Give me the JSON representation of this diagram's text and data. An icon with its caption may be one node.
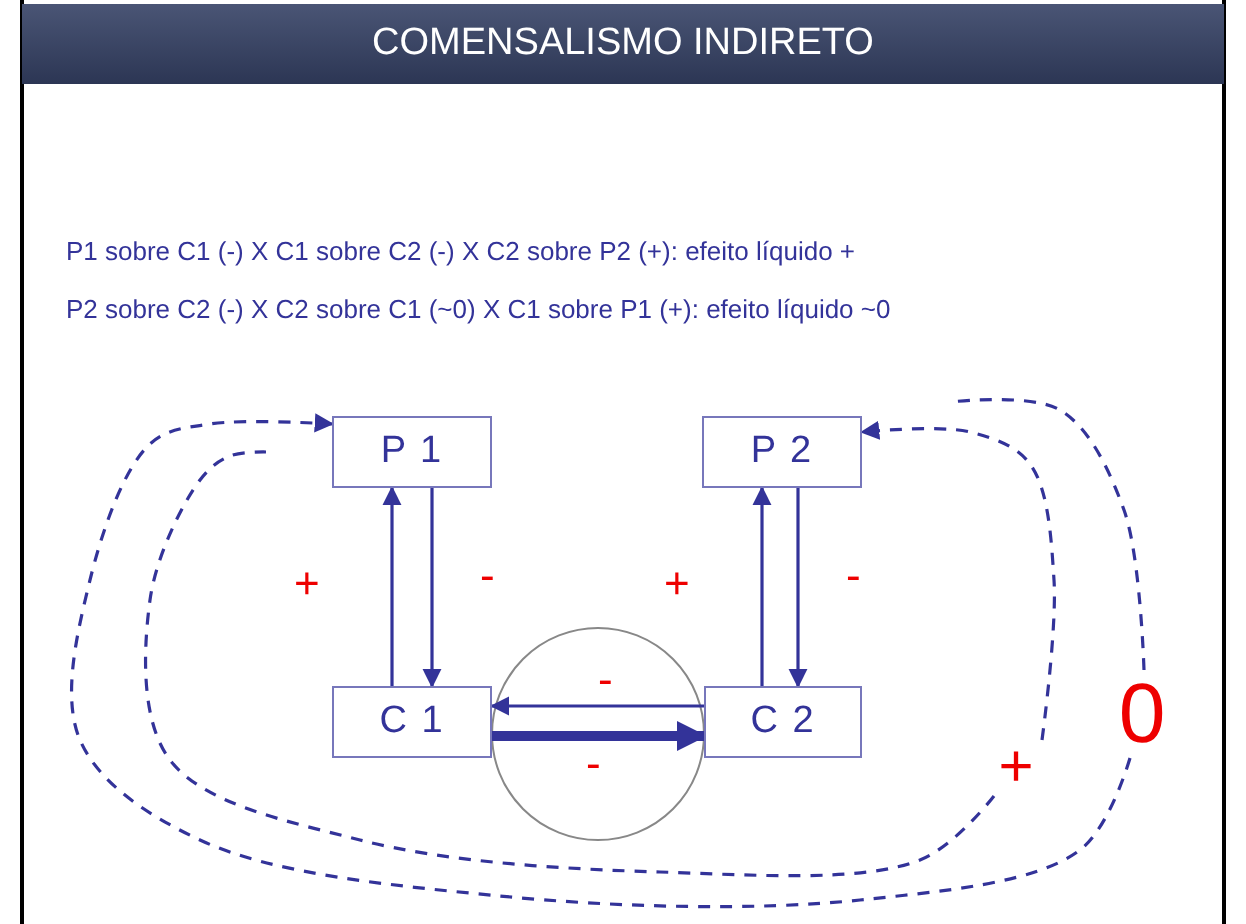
{
  "diagram": {
    "title": "COMENSALISMO INDIRETO",
    "nodes": [
      {
        "text": [
          "P 1"
        ]
      },
      {
        "text": [
          "P 2"
        ]
      },
      {
        "text": [
          "C 1"
        ]
      },
      {
        "text": [
          "C 2"
        ]
      },
      {
        "text": [
          "+"
        ]
      },
      {
        "text": [
          "0"
        ]
      }
    ],
    "edges": [
      {
        "from": 2,
        "to": 0,
        "arrow": "to"
      },
      {
        "from": 0,
        "to": 2,
        "arrow": "to"
      },
      {
        "from": 3,
        "to": 1,
        "arrow": "to"
      },
      {
        "from": 1,
        "to": 3,
        "arrow": "to"
      },
      {
        "from": 3,
        "to": 2,
        "arrow": "to"
      },
      {
        "from": 2,
        "to": 3,
        "arrow": "to",
        "style": "thick"
      },
      {
        "from": 4,
        "to": 1,
        "arrow": "to",
        "style": "dashed"
      },
      {
        "from": 5,
        "to": null,
        "arrow": "none",
        "style": "dashed"
      },
      {
        "from": 5,
        "to": 0,
        "arrow": "to",
        "style": "dashed"
      },
      {
        "from": 4,
        "to": null,
        "arrow": "none",
        "style": "dashed"
      }
    ],
    "labels": [
      "P1 sobre C1 (-) X C1 sobre C2 (-) X C2 sobre P2 (+): efeito líquido +",
      "P2 sobre C2 (-) X C2 sobre C1 (~0) X C1 sobre P1 (+): efeito líquido ~0",
      "+",
      "-",
      "+",
      "-",
      "-",
      "-"
    ]
  }
}
